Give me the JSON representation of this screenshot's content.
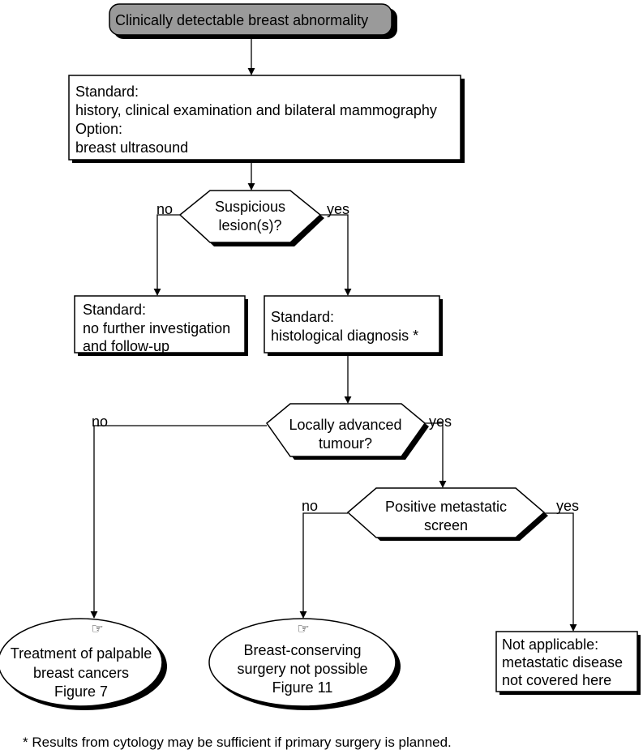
{
  "flowchart": {
    "start": {
      "text": "Clinically detectable breast abnormality"
    },
    "assessment": {
      "line1": "Standard:",
      "line2": "history, clinical examination and bilateral mammography",
      "line3": "Option:",
      "line4": "breast ultrasound"
    },
    "decision1": {
      "line1": "Suspicious",
      "line2": "lesion(s)?",
      "no": "no",
      "yes": "yes"
    },
    "no_further": {
      "line1": "Standard:",
      "line2": "no further investigation",
      "line3": "and follow-up"
    },
    "histology": {
      "line1": "Standard:",
      "line2": "histological diagnosis *"
    },
    "decision2": {
      "line1": "Locally advanced",
      "line2": "tumour?",
      "no": "no",
      "yes": "yes"
    },
    "decision3": {
      "line1": "Positive metastatic",
      "line2": "screen",
      "no": "no",
      "yes": "yes"
    },
    "treatment": {
      "line1": "Treatment of palpable",
      "line2": "breast cancers",
      "line3": "Figure 7"
    },
    "bcs": {
      "line1": "Breast-conserving",
      "line2": "surgery not possible",
      "line3": "Figure 11"
    },
    "not_applicable": {
      "line1": "Not applicable:",
      "line2": "metastatic disease",
      "line3": "not covered here"
    },
    "hand_symbol": "☞",
    "footnote": "* Results from cytology may be sufficient if primary surgery is planned."
  }
}
